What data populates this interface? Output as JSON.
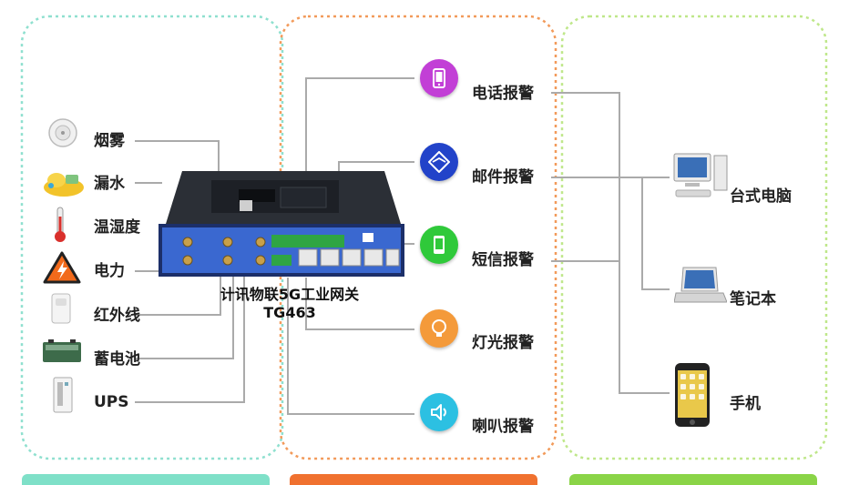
{
  "sensors": {
    "smoke": "烟雾",
    "water": "漏水",
    "temp_humidity": "温湿度",
    "power": "电力",
    "infrared": "红外线",
    "battery": "蓄电池",
    "ups": "UPS"
  },
  "device": {
    "name": "计讯物联5G工业网关",
    "model": "TG463"
  },
  "alarms": {
    "phone": "电话报警",
    "email": "邮件报警",
    "sms": "短信报警",
    "light": "灯光报警",
    "speaker": "喇叭报警"
  },
  "terminals": {
    "desktop": "台式电脑",
    "laptop": "笔记本",
    "mobile": "手机"
  },
  "colors": {
    "left_border": "#8fe0cf",
    "mid_border": "#f29a5a",
    "right_border": "#bfe78a",
    "phone_alarm": "#c23fd6",
    "email_alarm": "#2243c9",
    "sms_alarm": "#2fc93a",
    "light_alarm": "#f49a3a",
    "speaker_alarm": "#2cc0e2"
  }
}
